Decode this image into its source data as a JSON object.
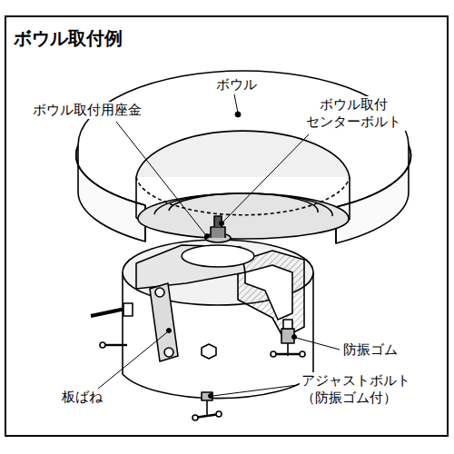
{
  "diagram": {
    "title": "ボウル取付例",
    "labels": [
      "ボウル",
      "ボウル取付用座金",
      "ボウル取付 センターボルト",
      "防振ゴム",
      "アジャストボルト （防振ゴム付）",
      "板ばね"
    ]
  }
}
